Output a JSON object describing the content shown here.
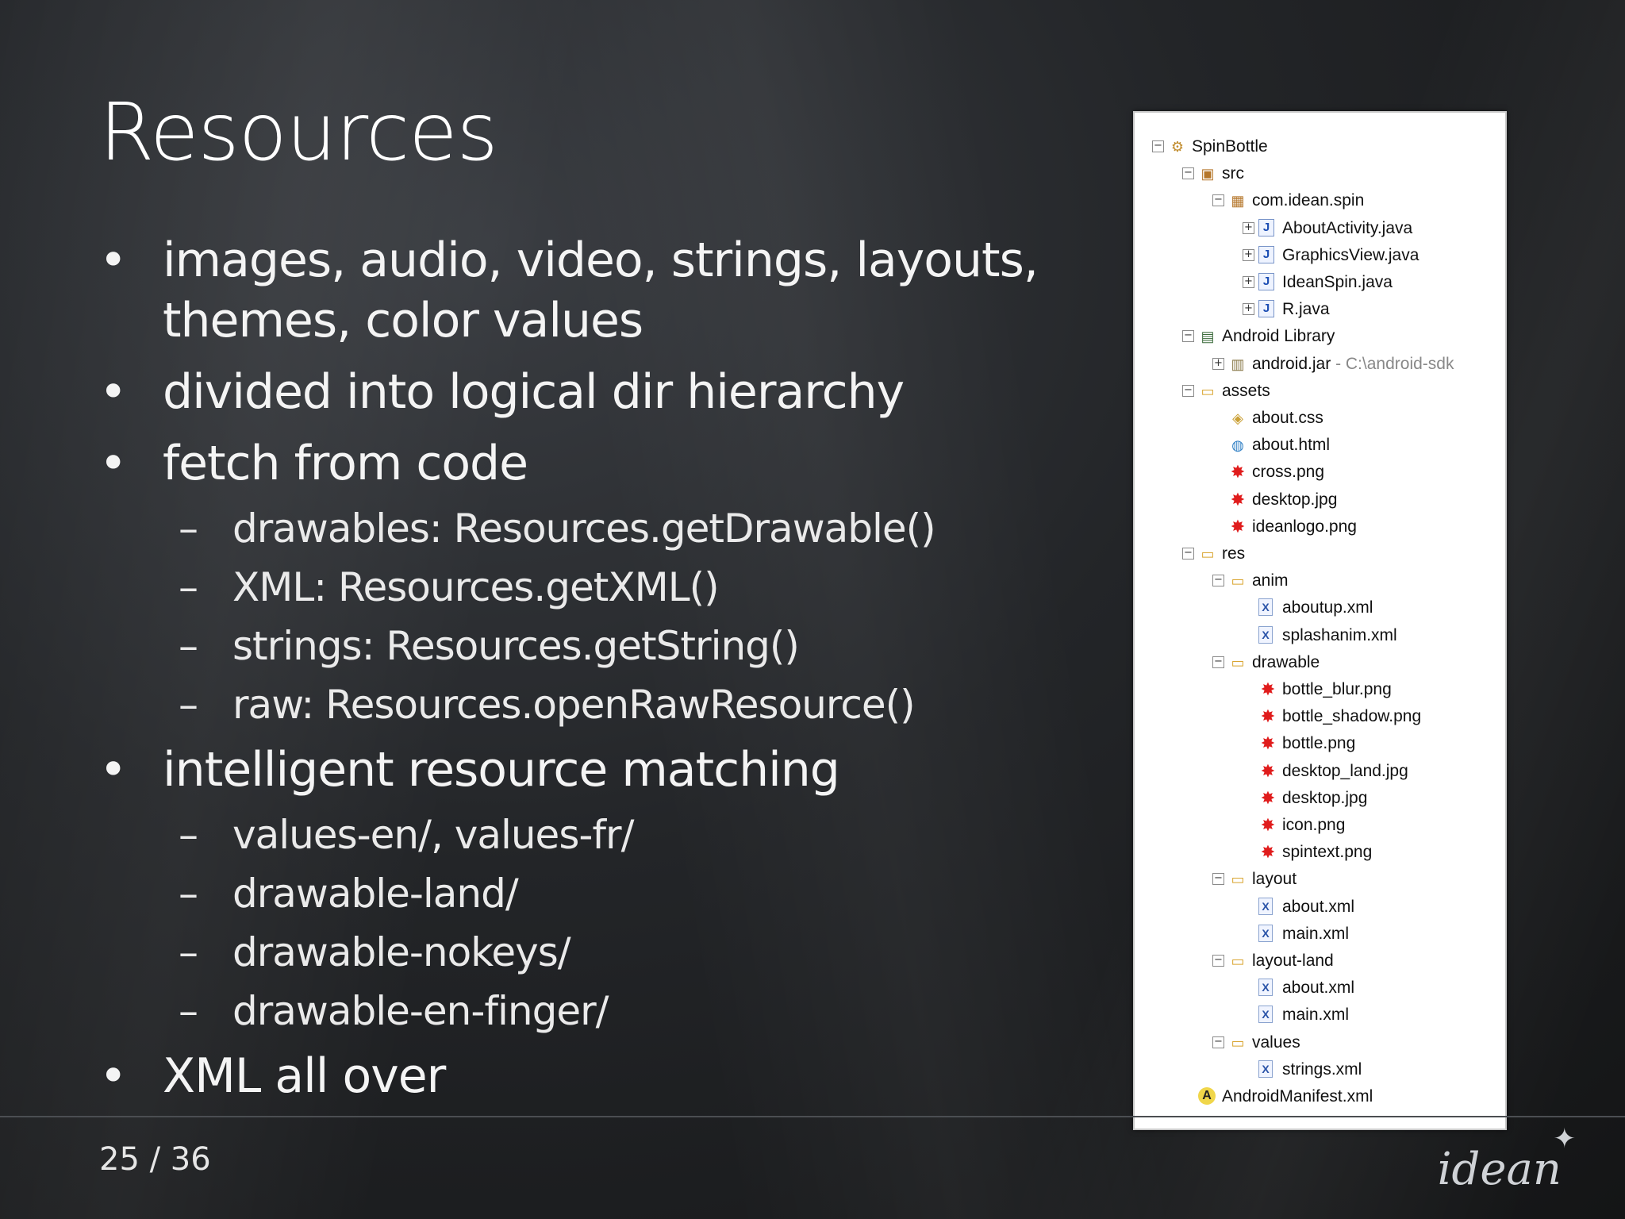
{
  "slide": {
    "title": "Resources",
    "page_number": "25 / 36",
    "logo_text": "idean",
    "bullets": [
      {
        "level": 1,
        "text": "images, audio, video, strings, layouts, themes, color values"
      },
      {
        "level": 1,
        "text": "divided into logical dir hierarchy"
      },
      {
        "level": 1,
        "text": "fetch from code"
      },
      {
        "level": 2,
        "text": "drawables: Resources.getDrawable()"
      },
      {
        "level": 2,
        "text": "XML: Resources.getXML()"
      },
      {
        "level": 2,
        "text": "strings: Resources.getString()"
      },
      {
        "level": 2,
        "text": "raw: Resources.openRawResource()"
      },
      {
        "level": 1,
        "text": "intelligent resource matching"
      },
      {
        "level": 2,
        "text": "values-en/, values-fr/"
      },
      {
        "level": 2,
        "text": "drawable-land/"
      },
      {
        "level": 2,
        "text": "drawable-nokeys/"
      },
      {
        "level": 2,
        "text": "drawable-en-finger/"
      },
      {
        "level": 1,
        "text": "XML all over"
      }
    ],
    "bullet_symbol": "•",
    "dash_symbol": "–"
  },
  "tree": {
    "items": [
      {
        "depth": 0,
        "toggle": "−",
        "icon": "project-icon",
        "label": "SpinBottle",
        "sub": ""
      },
      {
        "depth": 1,
        "toggle": "−",
        "icon": "source-folder-icon",
        "label": "src",
        "sub": ""
      },
      {
        "depth": 2,
        "toggle": "−",
        "icon": "package-icon",
        "label": "com.idean.spin",
        "sub": ""
      },
      {
        "depth": 3,
        "toggle": "+",
        "icon": "java-file-icon",
        "label": "AboutActivity.java",
        "sub": ""
      },
      {
        "depth": 3,
        "toggle": "+",
        "icon": "java-file-icon",
        "label": "GraphicsView.java",
        "sub": ""
      },
      {
        "depth": 3,
        "toggle": "+",
        "icon": "java-file-icon",
        "label": "IdeanSpin.java",
        "sub": ""
      },
      {
        "depth": 3,
        "toggle": "+",
        "icon": "java-file-icon",
        "label": "R.java",
        "sub": ""
      },
      {
        "depth": 1,
        "toggle": "−",
        "icon": "library-icon",
        "label": "Android Library",
        "sub": ""
      },
      {
        "depth": 2,
        "toggle": "+",
        "icon": "jar-icon",
        "label": "android.jar",
        "sub": " - C:\\android-sdk"
      },
      {
        "depth": 1,
        "toggle": "−",
        "icon": "folder-icon",
        "label": "assets",
        "sub": ""
      },
      {
        "depth": 2,
        "toggle": "",
        "icon": "css-file-icon",
        "label": "about.css",
        "sub": ""
      },
      {
        "depth": 2,
        "toggle": "",
        "icon": "html-file-icon",
        "label": "about.html",
        "sub": ""
      },
      {
        "depth": 2,
        "toggle": "",
        "icon": "image-file-icon",
        "label": "cross.png",
        "sub": ""
      },
      {
        "depth": 2,
        "toggle": "",
        "icon": "image-file-icon",
        "label": "desktop.jpg",
        "sub": ""
      },
      {
        "depth": 2,
        "toggle": "",
        "icon": "image-file-icon",
        "label": "ideanlogo.png",
        "sub": ""
      },
      {
        "depth": 1,
        "toggle": "−",
        "icon": "folder-icon",
        "label": "res",
        "sub": ""
      },
      {
        "depth": 2,
        "toggle": "−",
        "icon": "folder-icon",
        "label": "anim",
        "sub": ""
      },
      {
        "depth": 3,
        "toggle": "",
        "icon": "xml-file-icon",
        "label": "aboutup.xml",
        "sub": ""
      },
      {
        "depth": 3,
        "toggle": "",
        "icon": "xml-file-icon",
        "label": "splashanim.xml",
        "sub": ""
      },
      {
        "depth": 2,
        "toggle": "−",
        "icon": "folder-icon",
        "label": "drawable",
        "sub": ""
      },
      {
        "depth": 3,
        "toggle": "",
        "icon": "image-file-icon",
        "label": "bottle_blur.png",
        "sub": ""
      },
      {
        "depth": 3,
        "toggle": "",
        "icon": "image-file-icon",
        "label": "bottle_shadow.png",
        "sub": ""
      },
      {
        "depth": 3,
        "toggle": "",
        "icon": "image-file-icon",
        "label": "bottle.png",
        "sub": ""
      },
      {
        "depth": 3,
        "toggle": "",
        "icon": "image-file-icon",
        "label": "desktop_land.jpg",
        "sub": ""
      },
      {
        "depth": 3,
        "toggle": "",
        "icon": "image-file-icon",
        "label": "desktop.jpg",
        "sub": ""
      },
      {
        "depth": 3,
        "toggle": "",
        "icon": "image-file-icon",
        "label": "icon.png",
        "sub": ""
      },
      {
        "depth": 3,
        "toggle": "",
        "icon": "image-file-icon",
        "label": "spintext.png",
        "sub": ""
      },
      {
        "depth": 2,
        "toggle": "−",
        "icon": "folder-icon",
        "label": "layout",
        "sub": ""
      },
      {
        "depth": 3,
        "toggle": "",
        "icon": "xml-file-icon",
        "label": "about.xml",
        "sub": ""
      },
      {
        "depth": 3,
        "toggle": "",
        "icon": "xml-file-icon",
        "label": "main.xml",
        "sub": ""
      },
      {
        "depth": 2,
        "toggle": "−",
        "icon": "folder-icon",
        "label": "layout-land",
        "sub": ""
      },
      {
        "depth": 3,
        "toggle": "",
        "icon": "xml-file-icon",
        "label": "about.xml",
        "sub": ""
      },
      {
        "depth": 3,
        "toggle": "",
        "icon": "xml-file-icon",
        "label": "main.xml",
        "sub": ""
      },
      {
        "depth": 2,
        "toggle": "−",
        "icon": "folder-icon",
        "label": "values",
        "sub": ""
      },
      {
        "depth": 3,
        "toggle": "",
        "icon": "xml-file-icon",
        "label": "strings.xml",
        "sub": ""
      },
      {
        "depth": 1,
        "toggle": "",
        "icon": "manifest-file-icon",
        "label": "AndroidManifest.xml",
        "sub": ""
      }
    ]
  }
}
